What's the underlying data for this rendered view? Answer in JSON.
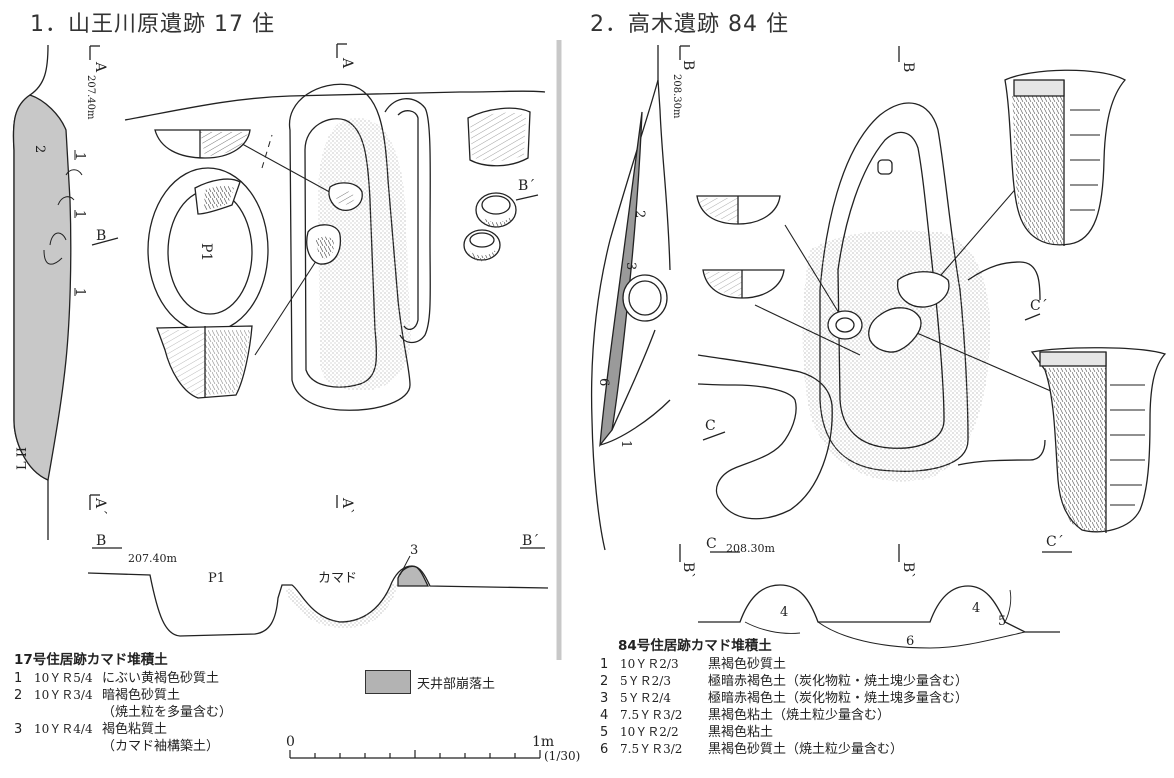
{
  "titles": {
    "left": "1．山王川原遺跡 17 住",
    "right": "2．高木遺跡 84 住"
  },
  "left_figure": {
    "section_a_label": "A",
    "section_a_prime_label": "A´",
    "section_a_lower_label": "A`",
    "section_b_label": "B",
    "section_b_prime_label": "B´",
    "elevation_a": "207.40m",
    "elevation_b": "207.40m",
    "layer_1": "1",
    "layer_2": "2",
    "pit_label": "P1",
    "layer_lii": "L II",
    "profile_p1": "P1",
    "profile_kamado": "カマド",
    "profile_3": "3"
  },
  "right_figure": {
    "section_b_label": "B",
    "section_b_lower_label": "B`",
    "section_b_prime_label": "B´",
    "section_c_label": "C",
    "section_c_prime_label": "C´",
    "elevation_b": "208.30m",
    "elevation_c": "208.30m",
    "layer_1": "1",
    "layer_2": "2",
    "layer_3": "3",
    "layer_6": "6",
    "profile_4a": "4",
    "profile_4b": "4",
    "profile_5": "5",
    "profile_6": "6"
  },
  "legend_left": {
    "heading": "17号住居跡カマド堆積土",
    "rows": [
      {
        "n": "1",
        "code": "10ＹＲ5/4",
        "text": "にぶい黄褐色砂質土",
        "note": ""
      },
      {
        "n": "2",
        "code": "10ＹＲ3/4",
        "text": "暗褐色砂質土",
        "note": "（焼土粒を多量含む）"
      },
      {
        "n": "3",
        "code": "10ＹＲ4/4",
        "text": "褐色粘質土",
        "note": "（カマド袖構築土）"
      }
    ]
  },
  "collapse_legend": {
    "label": "天井部崩落土",
    "color": "#b3b3b3"
  },
  "scale": {
    "zero": "0",
    "one": "1m",
    "ratio": "(1/30)"
  },
  "legend_right": {
    "heading": "84号住居跡カマド堆積土",
    "rows": [
      {
        "n": "1",
        "code": "10ＹＲ2/3",
        "text": "黒褐色砂質土"
      },
      {
        "n": "2",
        "code": "5ＹＲ2/3",
        "text": "極暗赤褐色土（炭化物粒・焼土塊少量含む）"
      },
      {
        "n": "3",
        "code": "5ＹＲ2/4",
        "text": "極暗赤褐色土（炭化物粒・焼土塊多量含む）"
      },
      {
        "n": "4",
        "code": "7.5ＹＲ3/2",
        "text": "黒褐色粘土（焼土粒少量含む）"
      },
      {
        "n": "5",
        "code": "10ＹＲ2/2",
        "text": "黒褐色粘土"
      },
      {
        "n": "6",
        "code": "7.5ＹＲ3/2",
        "text": "黒褐色砂質土（焼土粒少量含む）"
      }
    ]
  }
}
